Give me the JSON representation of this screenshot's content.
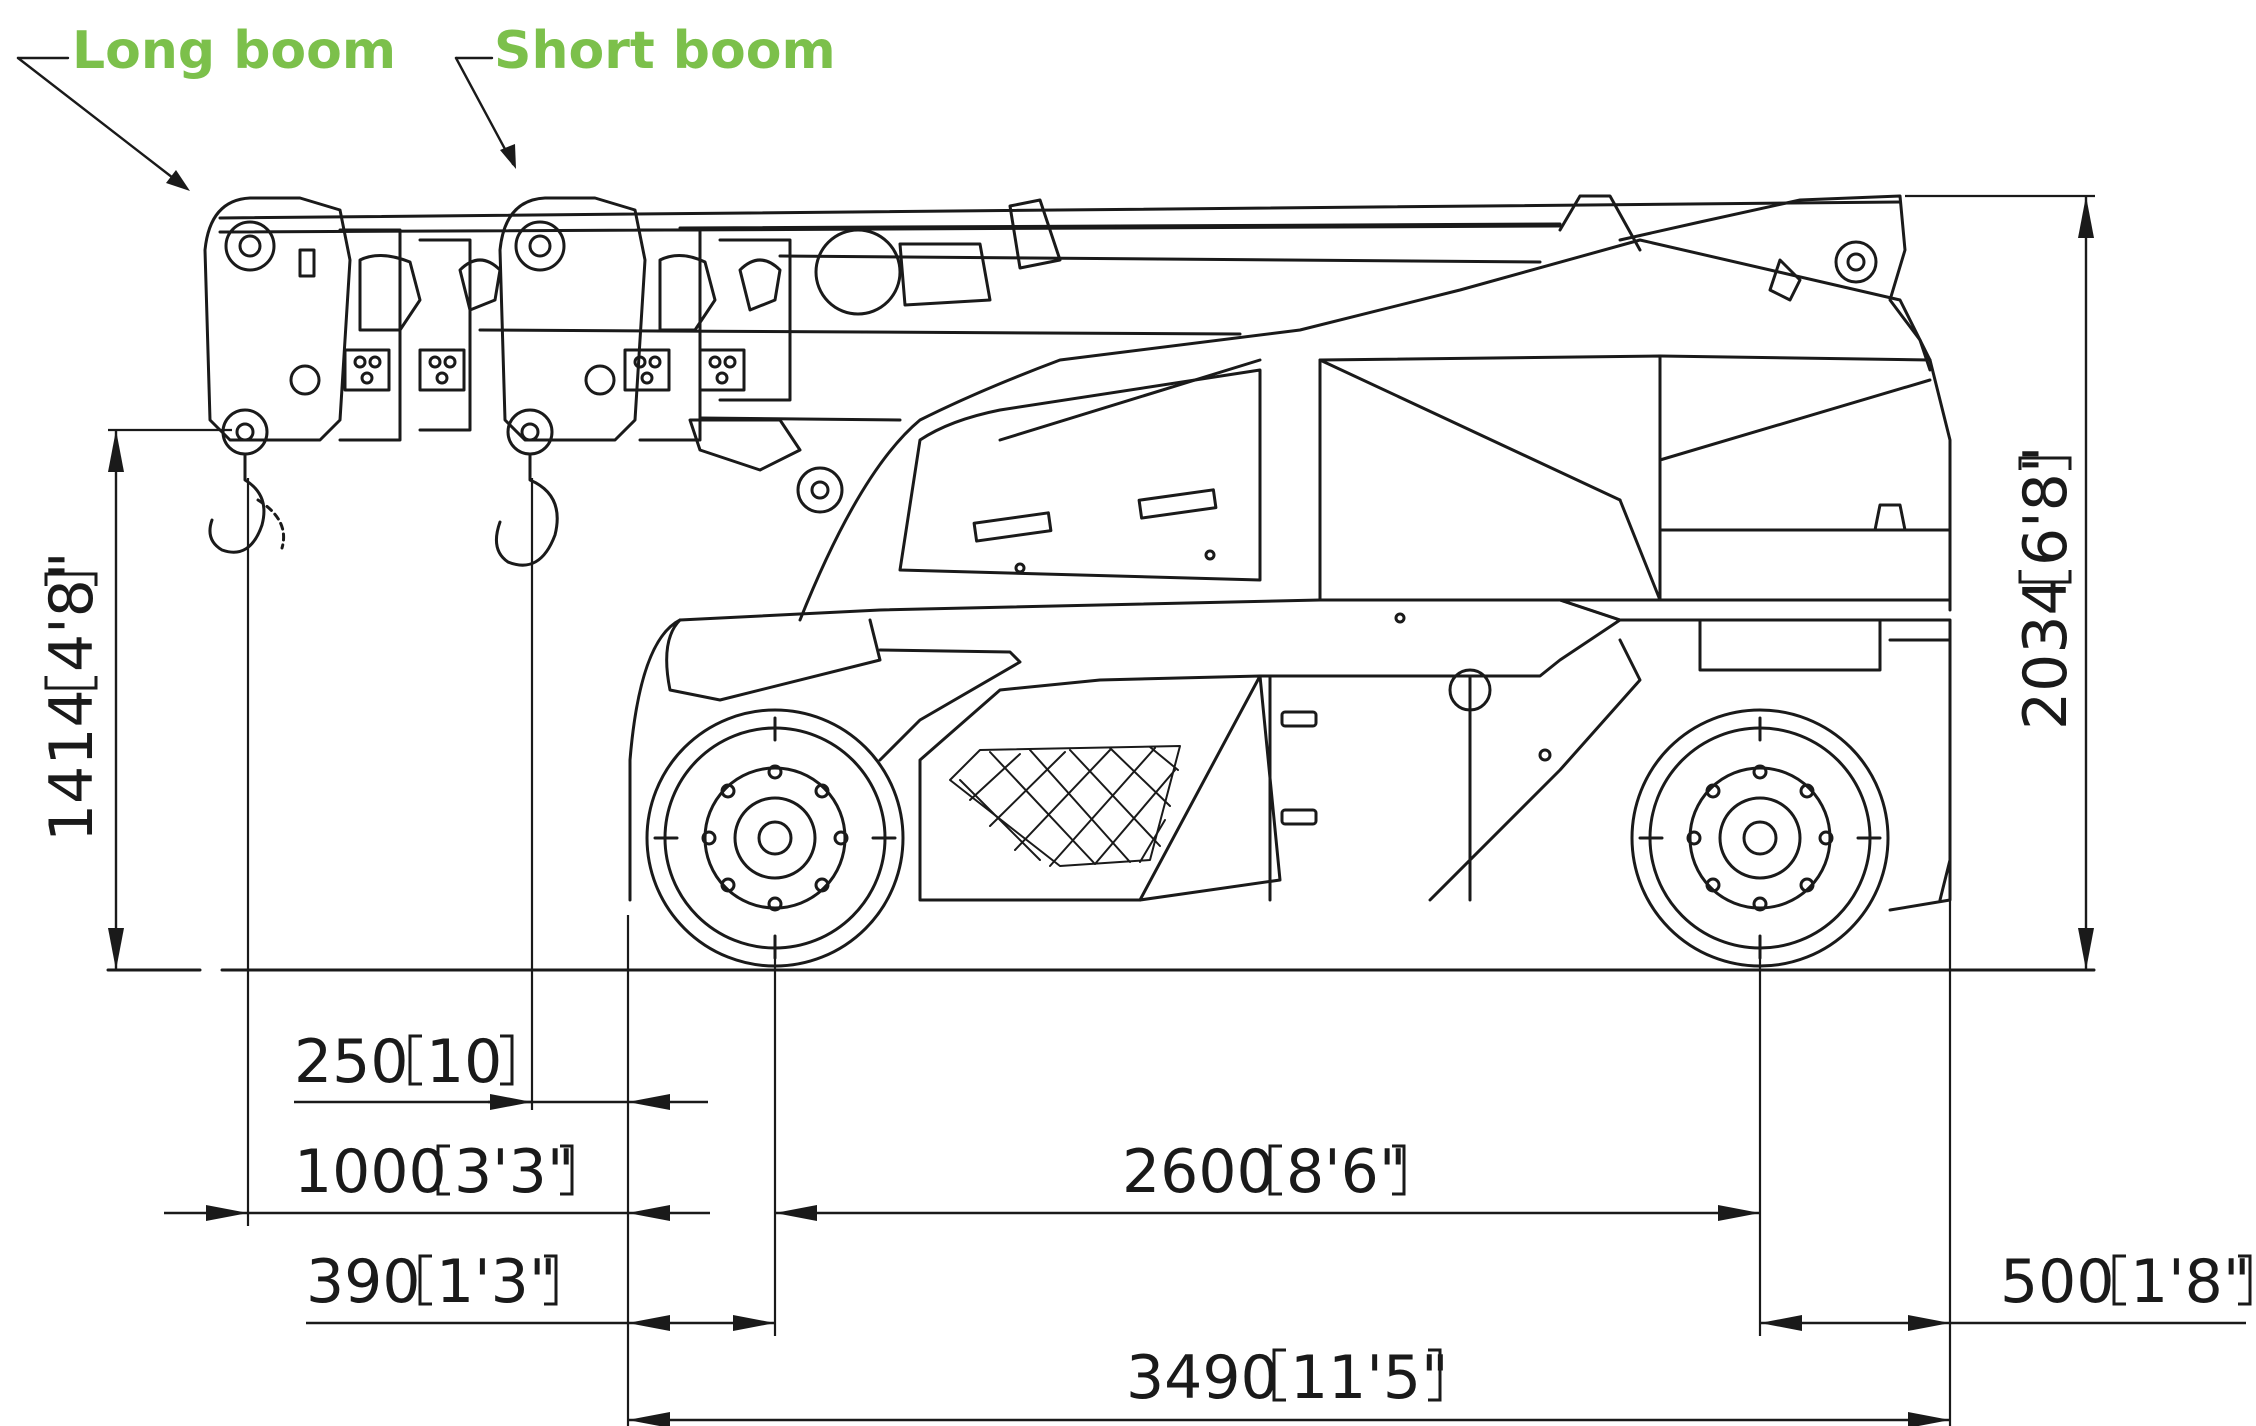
{
  "labels": {
    "long_boom": "Long boom",
    "short_boom": "Short boom",
    "color": "#7cc04b"
  },
  "dimensions": {
    "d250": {
      "mm": "250",
      "in": "10"
    },
    "d1000": {
      "mm": "1000",
      "in": "3'3\""
    },
    "d390": {
      "mm": "390",
      "in": "1'3\""
    },
    "d2600": {
      "mm": "2600",
      "in": "8'6\""
    },
    "d500": {
      "mm": "500",
      "in": "1'8\""
    },
    "d3490": {
      "mm": "3490",
      "in": "11'5\""
    },
    "d1414": {
      "mm": "1414",
      "in": "4'8\""
    },
    "d2034": {
      "mm": "2034",
      "in": "6'8\""
    }
  }
}
